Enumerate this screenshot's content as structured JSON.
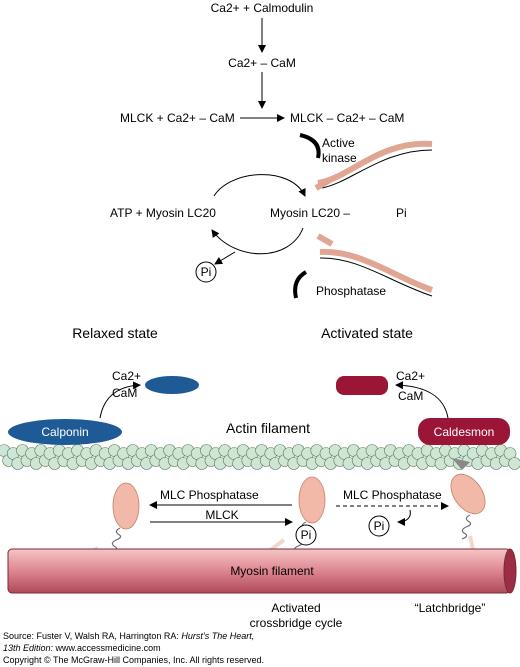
{
  "pathway": {
    "ca_calmodulin": "Ca2+ + Calmodulin",
    "ca_cam": "Ca2+ – CaM",
    "mlck_plus": "MLCK + Ca2+ – CaM",
    "mlck_complex": "MLCK – Ca2+ – CaM",
    "active_kinase_line1": "Active",
    "active_kinase_line2": "kinase",
    "atp_myosin": "ATP + Myosin LC20",
    "myosin_lc20": "Myosin LC20 –",
    "pi_right": "Pi",
    "pi_circle": "Pi",
    "phosphatase": "Phosphatase"
  },
  "states": {
    "relaxed": "Relaxed state",
    "activated": "Activated state"
  },
  "proteins": {
    "calponin": "Calponin",
    "caldesmon": "Caldesmon",
    "ca_left": "Ca2+",
    "cam_left": "CaM",
    "ca_right": "Ca2+",
    "cam_right": "CaM",
    "actin_filament": "Actin filament",
    "myosin_filament": "Myosin filament"
  },
  "crossbridge": {
    "mlc_phosphatase_left": "MLC Phosphatase",
    "mlck": "MLCK",
    "mlc_phosphatase_right": "MLC Phosphatase",
    "pi_head": "Pi",
    "pi_latch": "Pi",
    "activated_cycle_line1": "Activated",
    "activated_cycle_line2": "crossbridge cycle",
    "latchbridge": "“Latchbridge”"
  },
  "source": {
    "line1_prefix": "Source: Fuster V, Walsh RA, Harrington RA: ",
    "line1_italic": "Hurst’s The Heart,",
    "line2_italic": "13th Edition:",
    "line2_rest": " www.accessmedicine.com",
    "line3": "Copyright © The McGraw-Hill Companies, Inc. All rights reserved."
  },
  "colors": {
    "calponin_blue": "#1e5a96",
    "caldesmon_red": "#9b1536",
    "actin_green": "#cfe6d4",
    "myosin_pink": "#f3b9a8",
    "myosin_filament": "#d9828a"
  }
}
